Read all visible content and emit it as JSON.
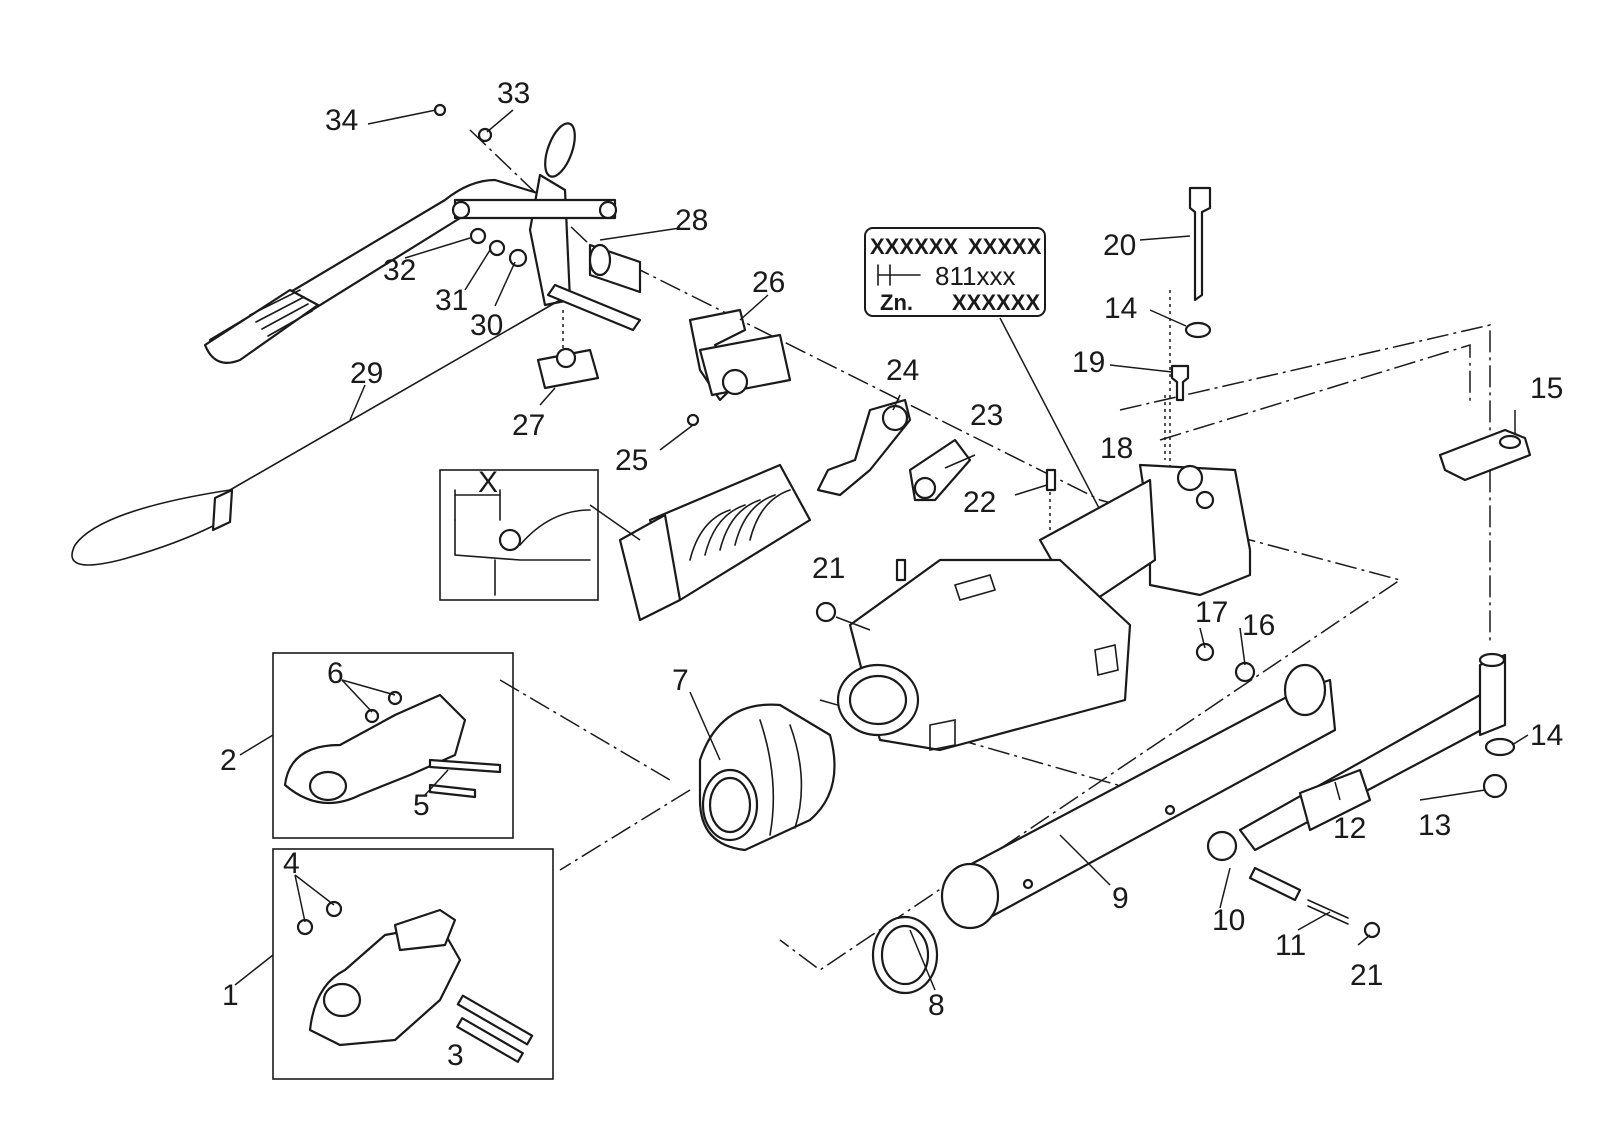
{
  "part_labels": {
    "p1": "1",
    "p2": "2",
    "p3": "3",
    "p4": "4",
    "p5": "5",
    "p6": "6",
    "p7": "7",
    "p8": "8",
    "p9": "9",
    "p10": "10",
    "p11": "11",
    "p12": "12",
    "p13": "13",
    "p14a": "14",
    "p14b": "14",
    "p15": "15",
    "p16": "16",
    "p17": "17",
    "p18": "18",
    "p19": "19",
    "p20": "20",
    "p21a": "21",
    "p21b": "21",
    "p22": "22",
    "p23": "23",
    "p24": "24",
    "p25": "25",
    "p26": "26",
    "p27": "27",
    "p28": "28",
    "p29": "29",
    "p30": "30",
    "p31": "31",
    "p32": "32",
    "p33": "33",
    "p34": "34"
  },
  "type_plate": {
    "line1_left": "XXXXXX",
    "line1_right": "XXXXX",
    "line2_value": "811xxx",
    "line3_left": "Zn.",
    "line3_right": "XXXXXX"
  },
  "detail_inset": {
    "dimension_label": "X"
  }
}
